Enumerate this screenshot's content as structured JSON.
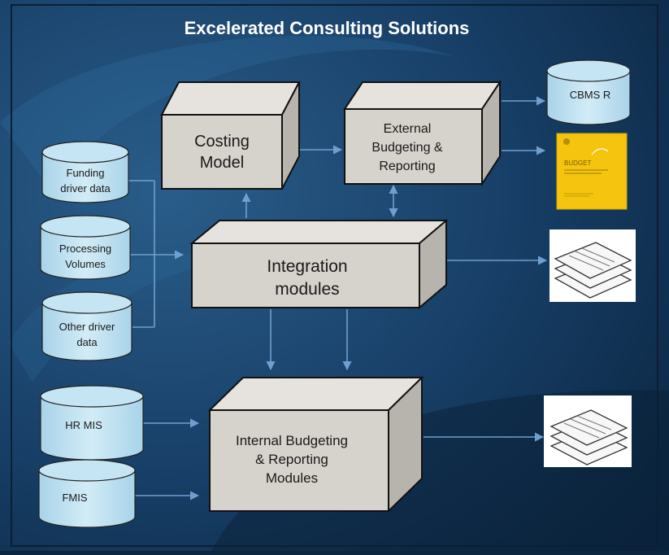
{
  "title": "Excelerated Consulting Solutions",
  "colors": {
    "background_dark": "#0c2640",
    "background_mid": "#1f4f7a",
    "swoosh": "#2d6a9a",
    "cylinder_fill": "#bfe0f0",
    "box_front": "#d6d2cc",
    "box_top": "#e6e3de",
    "box_side": "#b7b3ad",
    "arrow": "#6f9fd0",
    "budget_doc": "#f4c40f"
  },
  "cylinders": {
    "funding": {
      "label_1": "Funding",
      "label_2": "driver data"
    },
    "processing": {
      "label_1": "Processing",
      "label_2": "Volumes"
    },
    "other": {
      "label_1": "Other driver",
      "label_2": "data"
    },
    "hrmis": {
      "label_1": "HR MIS"
    },
    "fmis": {
      "label_1": "FMIS"
    },
    "cbms": {
      "label_1": "CBMS R"
    }
  },
  "boxes": {
    "costing": {
      "line_1": "Costing",
      "line_2": "Model"
    },
    "external": {
      "line_1": "External",
      "line_2": "Budgeting &",
      "line_3": "Reporting"
    },
    "integration": {
      "line_1": "Integration",
      "line_2": "modules"
    },
    "internal": {
      "line_1": "Internal Budgeting",
      "line_2": "& Reporting",
      "line_3": "Modules"
    }
  },
  "outputs": {
    "budget_doc": {
      "heading": "BUDGET",
      "icon": "budget-document-icon"
    },
    "doc_stack_top": {
      "icon": "document-stack-icon"
    },
    "doc_stack_bottom": {
      "icon": "document-stack-icon"
    }
  }
}
